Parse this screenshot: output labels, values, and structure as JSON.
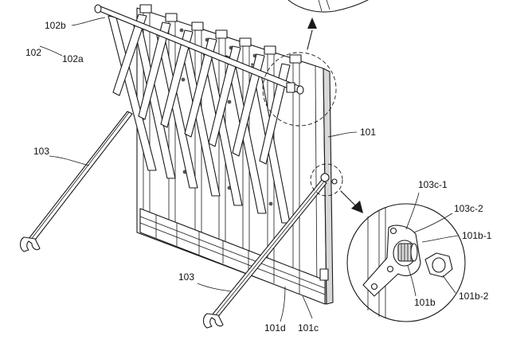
{
  "labels": {
    "l102b": "102b",
    "l102": "102",
    "l102a": "102a",
    "l103_top": "103",
    "l101": "101",
    "l103c1": "103c-1",
    "l103c2": "103c-2",
    "l101b1": "101b-1",
    "l101b": "101b",
    "l101b2": "101b-2",
    "l103_bottom": "103",
    "l101d": "101d",
    "l101c": "101c"
  },
  "colors": {
    "line": "#1a1a1a",
    "background": "#ffffff"
  }
}
